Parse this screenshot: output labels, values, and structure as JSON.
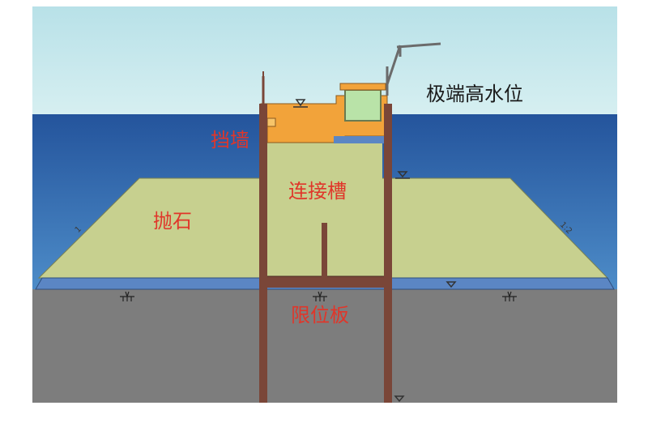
{
  "labels": {
    "extreme_high_water": "极端高水位",
    "retaining_wall": "挡墙",
    "connecting_trough": "连接槽",
    "riprap": "抛石",
    "limit_plate": "限位板"
  },
  "slope_marks": {
    "left": "1",
    "right": "1:2"
  },
  "colors": {
    "sky": "#c4e8ec",
    "sea_top": "#2a5ea6",
    "sea_bottom": "#4a86c3",
    "fill": "#c7d08f",
    "seabed": "#7d7d7d",
    "bedding": "#5b86c4",
    "pile": "#7a4638",
    "wall": "#f2a33a",
    "crane_box": "#b9e3a8",
    "label_red": "#e0362a",
    "label_dark": "#1a1a1a"
  },
  "icons": [
    "water-level-marker-icon",
    "crane-icon",
    "lamp-post-icon"
  ]
}
